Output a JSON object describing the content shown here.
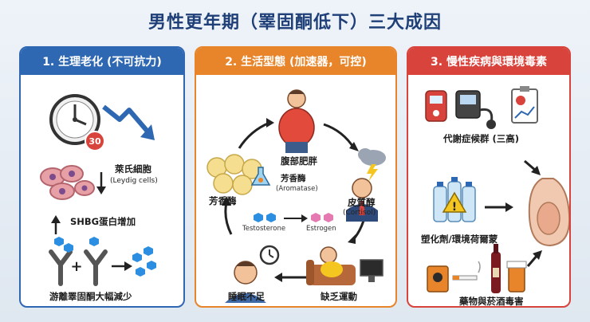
{
  "title": "男性更年期（睪固酮低下）三大成因",
  "panels": {
    "p1": {
      "header": "1. 生理老化 (不可抗力)",
      "clock_badge": "30",
      "leydig_label": "萊氏細胞",
      "leydig_sub": "(Leydig cells)",
      "shbg_label": "SHBG蛋白增加",
      "free_label": "游離睪固酮大幅減少"
    },
    "p2": {
      "header": "2. 生活型態 (加速器，可控)",
      "belly_label": "腹部肥胖",
      "aromatase_cn": "芳香酶",
      "aromatase_en": "(Aromatase)",
      "aromatase_left": "芳香酶",
      "testosterone": "Testosterone",
      "estrogen": "Estrogen",
      "cortisol_cn": "皮質醇",
      "cortisol_en": "(Cortisol)",
      "sleep_label": "睡眠不足",
      "exercise_label": "缺乏運動"
    },
    "p3": {
      "header": "3. 慢性疾病與環境毒素",
      "metabolic_label": "代謝症候群 (三高)",
      "plastic_label": "塑化劑/環境荷爾蒙",
      "drug_label": "藥物與菸酒毒害"
    }
  },
  "icons": [
    "clock-icon",
    "down-trend-icon",
    "leydig-cells-icon",
    "receptor-icon",
    "fat-cells-icon",
    "belly-man-icon",
    "flask-icon",
    "hexagon-icon",
    "stressed-man-icon",
    "storm-cloud-icon",
    "couch-man-icon",
    "tired-man-icon",
    "small-clock-icon",
    "glucometer-icon",
    "blood-pressure-icon",
    "clipboard-chart-icon",
    "plastic-bottles-icon",
    "warning-icon",
    "testis-icon",
    "pesticide-icon",
    "cigarette-icon",
    "wine-bottle-icon",
    "pill-bottle-icon"
  ],
  "colors": {
    "blue": "#2f68b2",
    "orange": "#e8852a",
    "red": "#d8433c",
    "hex_blue": "#2c8ee0",
    "hex_pink": "#e57ab2"
  }
}
